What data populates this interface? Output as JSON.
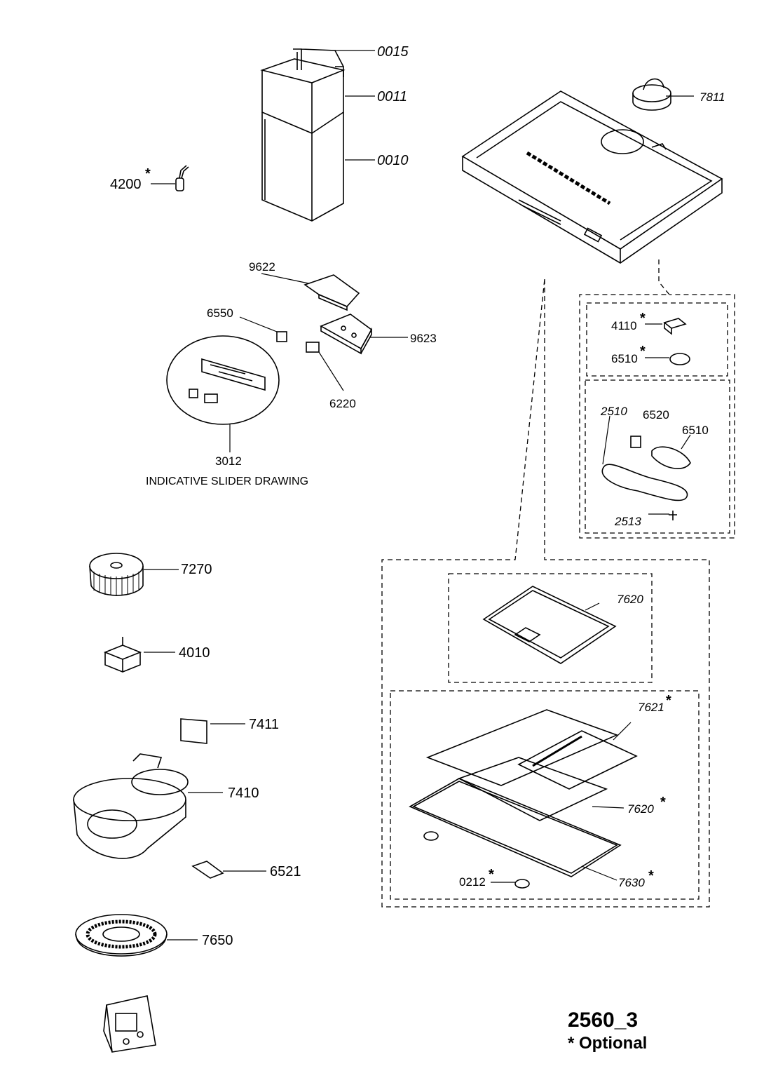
{
  "diagram": {
    "code": "2560_3",
    "legend": "* Optional",
    "caption": "INDICATIVE SLIDER DRAWING",
    "optional_mark": "*",
    "parts": {
      "p0015": "0015",
      "p0011": "0011",
      "p0010": "0010",
      "p4200": "4200",
      "p7811": "7811",
      "p9622": "9622",
      "p6550": "6550",
      "p9623": "9623",
      "p6220": "6220",
      "p3012": "3012",
      "p4110": "4110",
      "p6510a": "6510",
      "p2510": "2510",
      "p6520": "6520",
      "p6510b": "6510",
      "p2513": "2513",
      "p7270": "7270",
      "p4010": "4010",
      "p7620a": "7620",
      "p7411": "7411",
      "p7621": "7621",
      "p7410": "7410",
      "p7620b": "7620",
      "p6521": "6521",
      "p0212": "0212",
      "p7630": "7630",
      "p7650": "7650"
    }
  }
}
